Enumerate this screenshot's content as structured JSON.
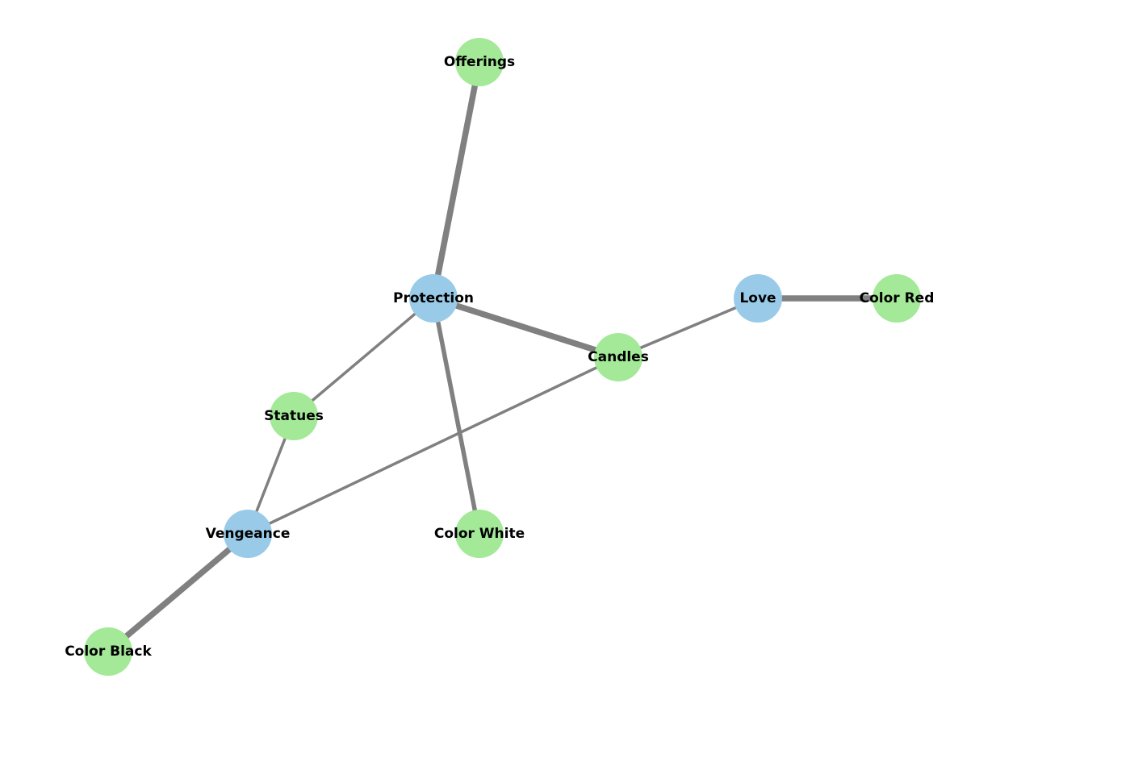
{
  "colors": {
    "background": "#ffffff",
    "edge": "#808080",
    "intent_node": "#99cbe8",
    "element_node": "#a3e997",
    "label": "#000000"
  },
  "nodes": [
    {
      "id": "offerings",
      "label": "Offerings",
      "group": "element"
    },
    {
      "id": "protection",
      "label": "Protection",
      "group": "intent"
    },
    {
      "id": "love",
      "label": "Love",
      "group": "intent"
    },
    {
      "id": "color-red",
      "label": "Color Red",
      "group": "element"
    },
    {
      "id": "candles",
      "label": "Candles",
      "group": "element"
    },
    {
      "id": "statues",
      "label": "Statues",
      "group": "element"
    },
    {
      "id": "vengeance",
      "label": "Vengeance",
      "group": "intent"
    },
    {
      "id": "color-white",
      "label": "Color White",
      "group": "element"
    },
    {
      "id": "color-black",
      "label": "Color Black",
      "group": "element"
    }
  ],
  "edges": [
    {
      "source": "protection",
      "target": "offerings",
      "weight": 3
    },
    {
      "source": "protection",
      "target": "candles",
      "weight": 3
    },
    {
      "source": "protection",
      "target": "statues",
      "weight": 1
    },
    {
      "source": "protection",
      "target": "color-white",
      "weight": 2
    },
    {
      "source": "love",
      "target": "candles",
      "weight": 1
    },
    {
      "source": "love",
      "target": "color-red",
      "weight": 3
    },
    {
      "source": "vengeance",
      "target": "candles",
      "weight": 1
    },
    {
      "source": "vengeance",
      "target": "statues",
      "weight": 1
    },
    {
      "source": "vengeance",
      "target": "color-black",
      "weight": 3
    }
  ]
}
